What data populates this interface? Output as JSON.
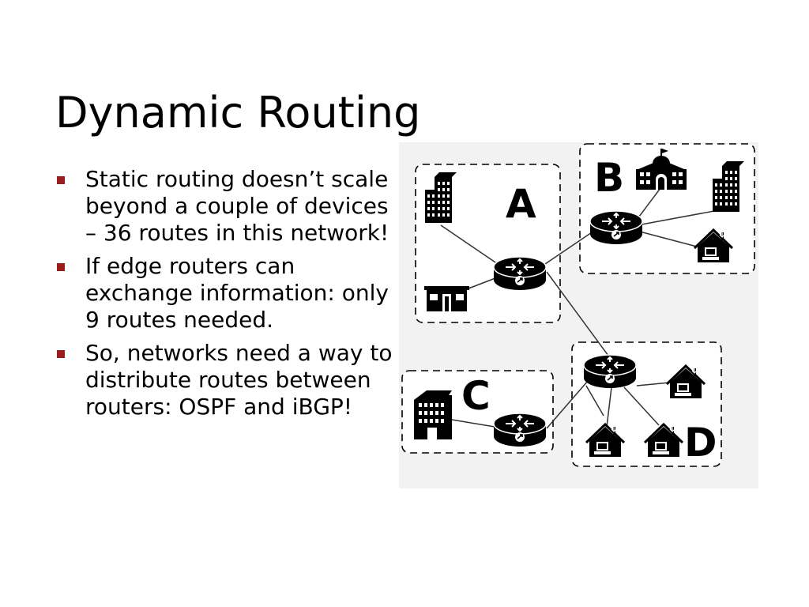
{
  "title": "Dynamic Routing",
  "bullets": [
    "Static routing doesn’t scale beyond a couple of devices – 36 routes in this network!",
    "If edge routers can exchange information: only 9 routes needed.",
    "So, networks need a way to distribute routes between routers: OSPF and iBGP!"
  ],
  "colors": {
    "bullet_marker": "#9b1c1c",
    "diagram_bg": "#f2f2f2",
    "ink": "#000000"
  },
  "diagram": {
    "regions": [
      {
        "label": "A"
      },
      {
        "label": "B"
      },
      {
        "label": "C"
      },
      {
        "label": "D"
      }
    ],
    "icons": [
      "office-building-icon",
      "government-building-icon",
      "shop-icon",
      "factory-icon",
      "house-icon",
      "router-icon"
    ]
  }
}
